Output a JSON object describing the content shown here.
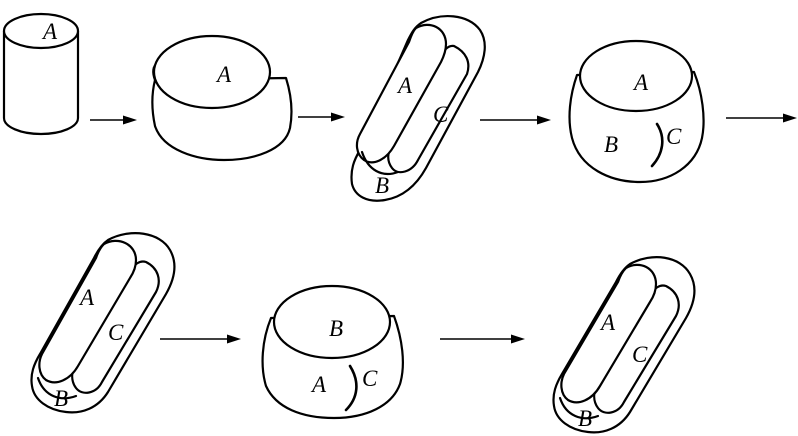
{
  "stages": [
    {
      "id": "cylinder",
      "labels": {
        "top": "A"
      }
    },
    {
      "id": "upset-1",
      "labels": {
        "top": "A"
      }
    },
    {
      "id": "flatten-1",
      "labels": {
        "face": "A",
        "side": "C",
        "end": "B"
      }
    },
    {
      "id": "upset-2",
      "labels": {
        "top": "A",
        "left": "B",
        "right": "C"
      }
    },
    {
      "id": "flatten-2",
      "labels": {
        "face": "A",
        "side": "C",
        "end": "B"
      }
    },
    {
      "id": "upset-3",
      "labels": {
        "top": "B",
        "left": "A",
        "right": "C"
      }
    },
    {
      "id": "flatten-3",
      "labels": {
        "face": "A",
        "side": "C",
        "end": "B"
      }
    }
  ],
  "arrows": [
    {
      "from": "cylinder",
      "to": "upset-1"
    },
    {
      "from": "upset-1",
      "to": "flatten-1"
    },
    {
      "from": "flatten-1",
      "to": "upset-2"
    },
    {
      "from": "upset-2",
      "to": "next-row"
    },
    {
      "from": "flatten-2",
      "to": "upset-3"
    },
    {
      "from": "upset-3",
      "to": "flatten-3"
    }
  ],
  "colors": {
    "stroke": "#000000",
    "fill": "#ffffff"
  }
}
